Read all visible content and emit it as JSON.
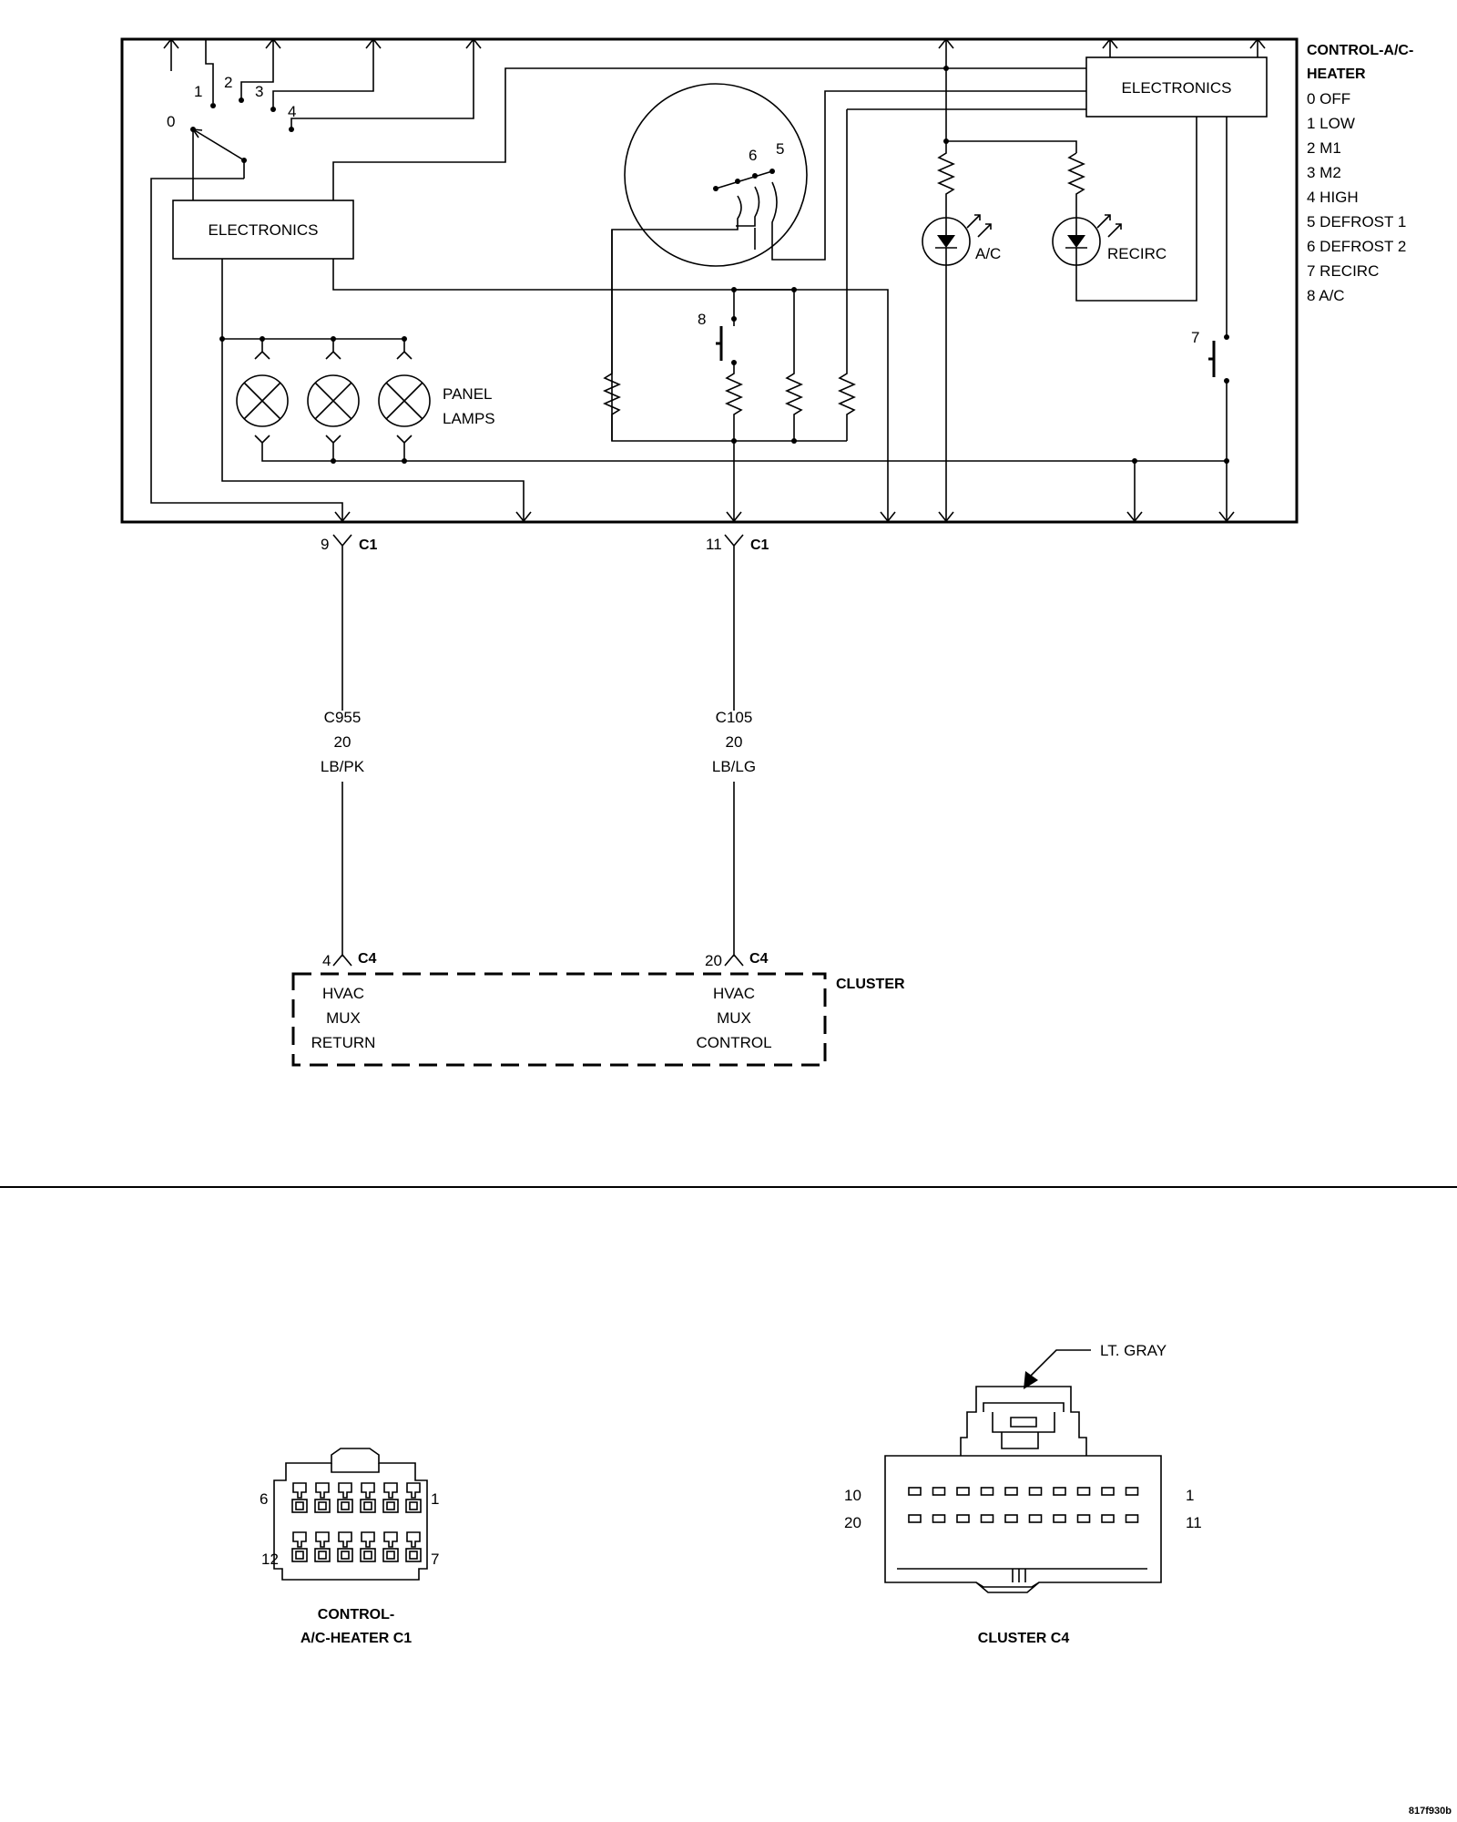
{
  "module": {
    "title_line1": "CONTROL-A/C-",
    "title_line2": "HEATER",
    "legend": [
      "0 OFF",
      "1 LOW",
      "2 M1",
      "3 M2",
      "4 HIGH",
      "5 DEFROST 1",
      "6 DEFROST 2",
      "7 RECIRC",
      "8 A/C"
    ],
    "electronics_left": "ELECTRONICS",
    "electronics_right": "ELECTRONICS",
    "blower_positions": [
      "0",
      "1",
      "2",
      "3",
      "4"
    ],
    "mode_positions": [
      "6",
      "5"
    ],
    "switch_8": "8",
    "switch_7": "7",
    "led_ac": "A/C",
    "led_recirc": "RECIRC",
    "panel_lamps_line1": "PANEL",
    "panel_lamps_line2": "LAMPS"
  },
  "wires": [
    {
      "pin_top": "9",
      "connector_top": "C1",
      "circuit": "C955",
      "gauge": "20",
      "color": "LB/PK",
      "pin_bottom": "4",
      "connector_bottom": "C4",
      "function": [
        "HVAC",
        "MUX",
        "RETURN"
      ]
    },
    {
      "pin_top": "11",
      "connector_top": "C1",
      "circuit": "C105",
      "gauge": "20",
      "color": "LB/LG",
      "pin_bottom": "20",
      "connector_bottom": "C4",
      "function": [
        "HVAC",
        "MUX",
        "CONTROL"
      ]
    }
  ],
  "cluster": {
    "label": "CLUSTER"
  },
  "connector_c1": {
    "title_line1": "CONTROL-",
    "title_line2": "A/C-HEATER C1",
    "pin_labels": {
      "top_left": "6",
      "top_right": "1",
      "bottom_left": "12",
      "bottom_right": "7"
    }
  },
  "connector_c4": {
    "title": "CLUSTER C4",
    "color_callout": "LT. GRAY",
    "pin_labels": {
      "top_left": "10",
      "top_right": "1",
      "bottom_left": "20",
      "bottom_right": "11"
    }
  },
  "figure_code": "817f930b"
}
